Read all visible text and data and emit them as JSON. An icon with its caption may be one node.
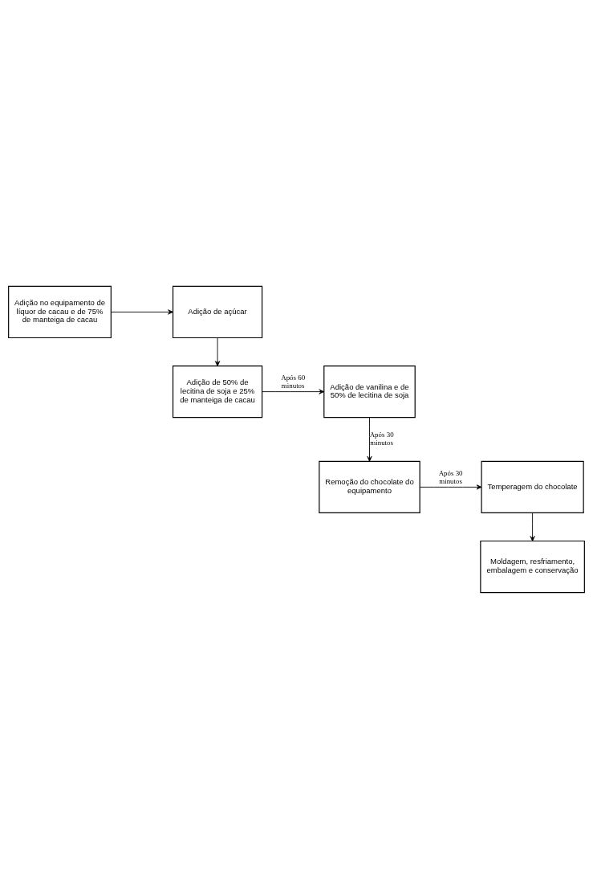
{
  "diagram": {
    "nodes": [
      {
        "text": [
          "Adição no equipamento de líquor de cacau e de 75% de manteiga de cacau"
        ]
      },
      {
        "text": [
          "Adição de açúcar"
        ]
      },
      {
        "text": [
          "Adição de 50% de lecitina de soja e 25% de manteiga de cacau"
        ]
      },
      {
        "text": [
          "Adição de vanilina e de 50% de lecitina de soja"
        ]
      },
      {
        "text": [
          "Remoção do chocolate do equipamento"
        ]
      },
      {
        "text": [
          "Temperagem do chocolate"
        ]
      },
      {
        "text": [
          "Moldagem, resfriamento, embalagem e conservação"
        ]
      }
    ],
    "edges": [
      {
        "from": 0,
        "to": 1,
        "arrow": "to"
      },
      {
        "from": 1,
        "to": 2,
        "arrow": "to"
      },
      {
        "from": 2,
        "to": 3,
        "arrow": "to",
        "label": "Após 60 minutos"
      },
      {
        "from": 3,
        "to": 4,
        "arrow": "to",
        "label": "Após 30 minutos"
      },
      {
        "from": 4,
        "to": 5,
        "arrow": "to",
        "label": "Após 30 minutos"
      },
      {
        "from": 5,
        "to": 6,
        "arrow": "to"
      }
    ]
  }
}
